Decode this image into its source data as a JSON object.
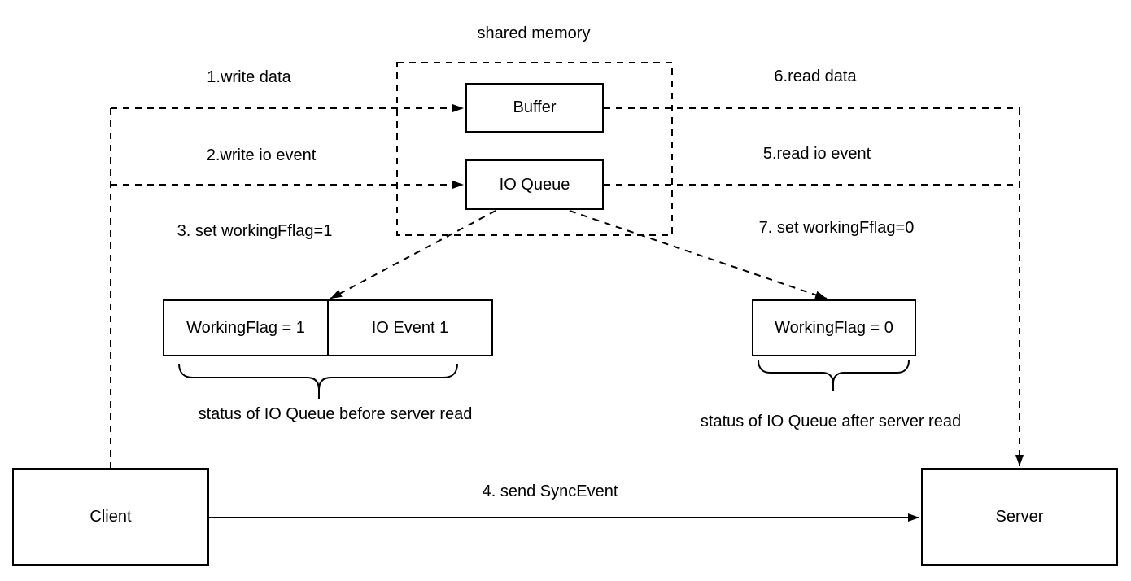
{
  "diagram": {
    "background": "#ffffff",
    "stroke_color": "#000000",
    "title": "shared memory",
    "nodes": {
      "buffer": "Buffer",
      "io_queue": "IO Queue",
      "client": "Client",
      "server": "Server",
      "status_before": {
        "working_flag": "WorkingFlag = 1",
        "io_event": "IO Event 1",
        "caption": "status of IO Queue before server read"
      },
      "status_after": {
        "working_flag": "WorkingFlag = 0",
        "caption": "status of IO Queue after server read"
      }
    },
    "steps": {
      "write_data": "1.write data",
      "write_io_event": "2.write io event",
      "set_working_flag_1": "3. set workingFflag=1",
      "send_sync_event": "4. send SyncEvent",
      "read_io_event": "5.read io event",
      "read_data": "6.read data",
      "set_working_flag_0": "7. set workingFflag=0"
    }
  }
}
